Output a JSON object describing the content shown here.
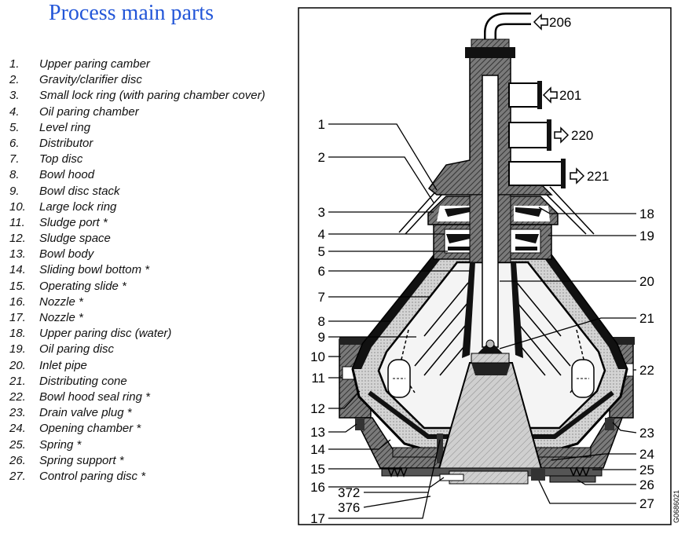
{
  "title": "Process main parts",
  "colors": {
    "title": "#2356d8"
  },
  "parts": [
    {
      "num": "1.",
      "name": "Upper paring camber"
    },
    {
      "num": "2.",
      "name": "Gravity/clarifier disc"
    },
    {
      "num": "3.",
      "name": "Small lock ring (with paring chamber cover)"
    },
    {
      "num": "4.",
      "name": "Oil paring chamber"
    },
    {
      "num": "5.",
      "name": "Level ring"
    },
    {
      "num": "6.",
      "name": "Distributor"
    },
    {
      "num": "7.",
      "name": "Top disc"
    },
    {
      "num": "8.",
      "name": "Bowl hood"
    },
    {
      "num": "9.",
      "name": "Bowl disc stack"
    },
    {
      "num": "10.",
      "name": "Large lock ring"
    },
    {
      "num": "11.",
      "name": "Sludge port *"
    },
    {
      "num": "12.",
      "name": "Sludge space"
    },
    {
      "num": "13.",
      "name": "Bowl body"
    },
    {
      "num": "14.",
      "name": "Sliding bowl bottom *"
    },
    {
      "num": "15.",
      "name": "Operating slide *"
    },
    {
      "num": "16.",
      "name": "Nozzle *"
    },
    {
      "num": "17.",
      "name": "Nozzle *"
    },
    {
      "num": "18.",
      "name": "Upper paring disc (water)"
    },
    {
      "num": "19.",
      "name": "Oil paring disc"
    },
    {
      "num": "20.",
      "name": "Inlet pipe"
    },
    {
      "num": "21.",
      "name": "Distributing cone"
    },
    {
      "num": "22.",
      "name": "Bowl hood seal ring *"
    },
    {
      "num": "23.",
      "name": "Drain valve plug *"
    },
    {
      "num": "24.",
      "name": "Opening chamber *"
    },
    {
      "num": "25.",
      "name": "Spring *"
    },
    {
      "num": "26.",
      "name": "Spring support *"
    },
    {
      "num": "27.",
      "name": "Control paring disc *"
    }
  ],
  "diagram": {
    "connections": [
      {
        "label": "206",
        "icon": "hollow-arrow-left-icon"
      },
      {
        "label": "201",
        "icon": "hollow-arrow-left-icon"
      },
      {
        "label": "220",
        "icon": "hollow-arrow-right-icon"
      },
      {
        "label": "221",
        "icon": "hollow-arrow-right-icon"
      }
    ],
    "left_callouts": [
      "1",
      "2",
      "3",
      "4",
      "5",
      "6",
      "7",
      "8",
      "9",
      "10",
      "11",
      "12",
      "13",
      "14",
      "15",
      "16",
      "372",
      "376",
      "17"
    ],
    "right_callouts": [
      "18",
      "19",
      "20",
      "21",
      "22",
      "23",
      "24",
      "25",
      "26",
      "27"
    ],
    "drawing_number": "G0686021"
  }
}
